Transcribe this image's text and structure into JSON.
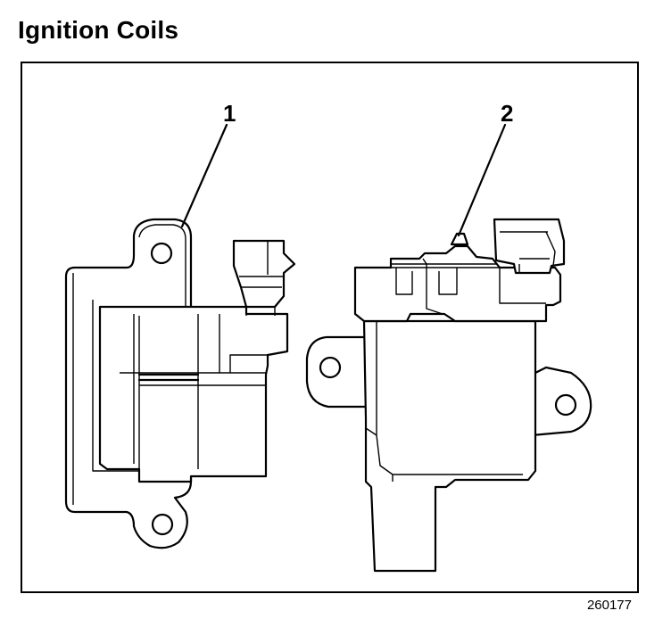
{
  "title": "Ignition Coils",
  "callouts": {
    "one": "1",
    "two": "2"
  },
  "figure_number": "260177"
}
